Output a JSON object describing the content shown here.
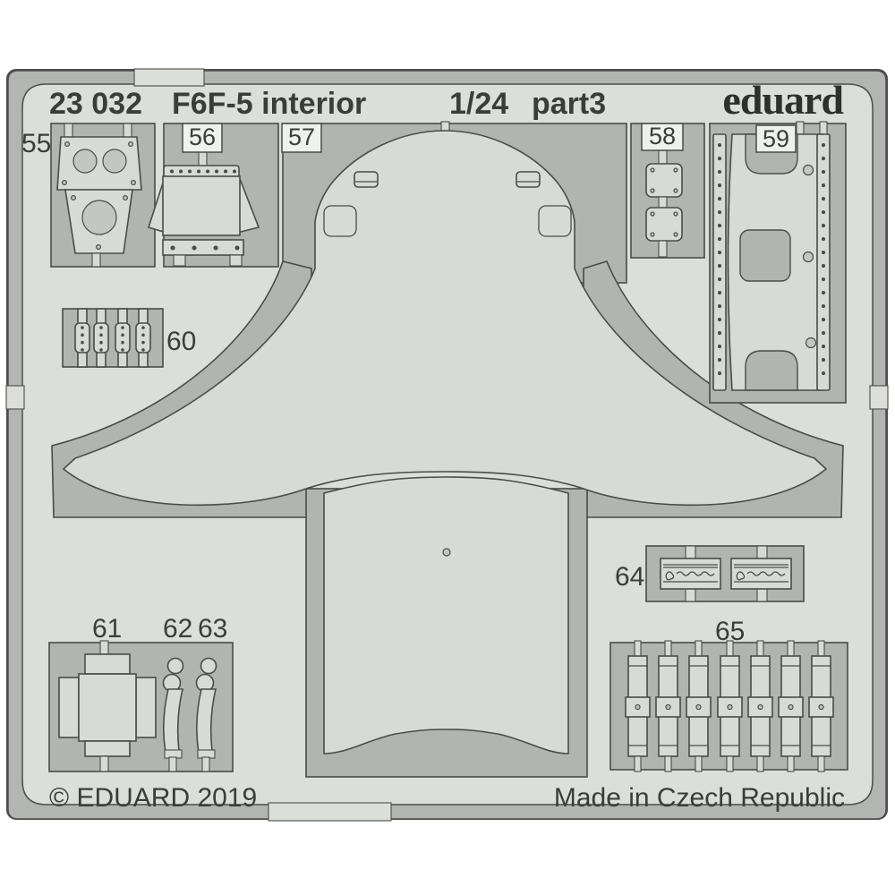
{
  "sheet": {
    "header": {
      "catalog_number": "23 032",
      "product_name": "F6F-5 interior",
      "scale": "1/24",
      "part_set": "part3",
      "brand": "eduard"
    },
    "footer": {
      "copyright": "© EDUARD 2019",
      "origin": "Made in Czech Republic"
    },
    "part_labels": {
      "55": "55",
      "56": "56",
      "57": "57",
      "58": "58",
      "59": "59",
      "60": "60",
      "61": "61",
      "62": "62",
      "63": "63",
      "64": "64",
      "65": "65"
    },
    "colors": {
      "page_background": "#ffffff",
      "sheet_surface": "#dcdeda",
      "etched_area": "#b1b4af",
      "part_surface": "#d8dad6",
      "outline": "#4a4c4a",
      "text": "#3b3d3b",
      "label_tab": "#eff1ee",
      "border_band": "#b2b5b1"
    }
  }
}
